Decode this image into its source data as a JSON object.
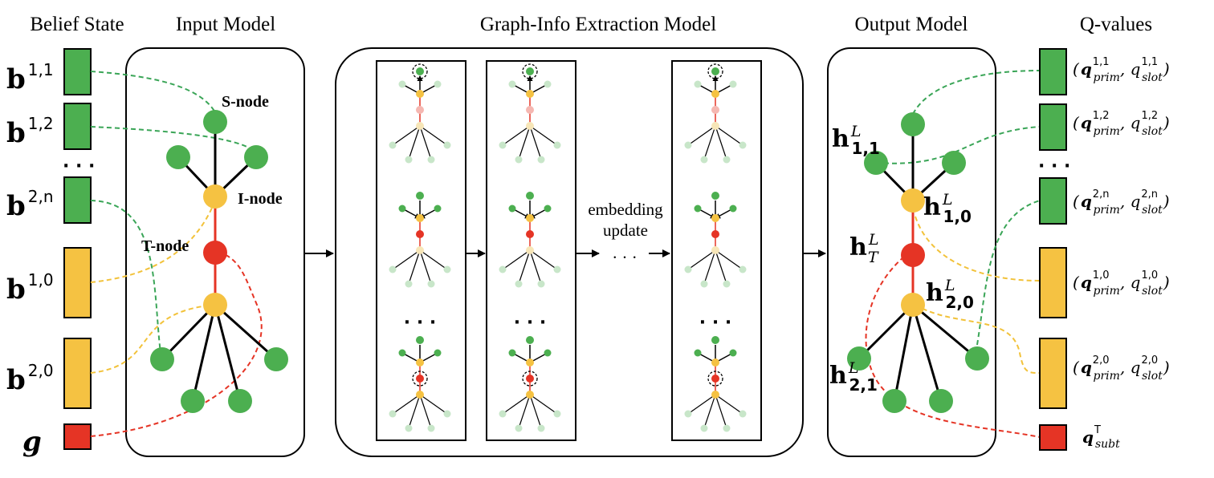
{
  "headers": {
    "belief_state": "Belief State",
    "input_model": "Input Model",
    "extraction_model": "Graph-Info Extraction Model",
    "output_model": "Output Model",
    "q_values": "Q-values"
  },
  "belief_rows": [
    {
      "base": "b",
      "sup": "1,1",
      "color": "#4caf50"
    },
    {
      "base": "b",
      "sup": "1,2",
      "color": "#4caf50"
    },
    {
      "base": "b",
      "sup": "2,n",
      "color": "#4caf50"
    },
    {
      "base": "b",
      "sup": "1,0",
      "color": "#f5c242"
    },
    {
      "base": "b",
      "sup": "2,0",
      "color": "#f5c242"
    }
  ],
  "ellipsis": "· · ·",
  "goal_label": "g",
  "node_labels": {
    "s_node": "S-node",
    "i_node": "I-node",
    "t_node": "T-node"
  },
  "middle_text": {
    "line1": "embedding",
    "line2": "update",
    "dots": "· · ·"
  },
  "hidden_labels": {
    "main": "h",
    "sup": "L",
    "h11": "1,1",
    "h10": "1,0",
    "hT": "T",
    "h20": "2,0",
    "h21": "2,1"
  },
  "q_rows": [
    {
      "q": "q",
      "sup": "1,1",
      "prim": "prim",
      "slot": "slot"
    },
    {
      "q": "q",
      "sup": "1,2",
      "prim": "prim",
      "slot": "slot"
    },
    {
      "q": "q",
      "sup": "2,n",
      "prim": "prim",
      "slot": "slot"
    },
    {
      "q": "q",
      "sup": "1,0",
      "prim": "prim",
      "slot": "slot"
    },
    {
      "q": "q",
      "sup": "2,0",
      "prim": "prim",
      "slot": "slot"
    }
  ],
  "q_subt": {
    "q": "q",
    "sup": "T",
    "sub": "subt"
  },
  "colors": {
    "green": "#4caf50",
    "yellow": "#f5c242",
    "red": "#e53425",
    "light_green": "#c8e6c9",
    "light_yellow": "#f7e6b8",
    "pink": "#f5b7b1",
    "green_dash": "#3aa557",
    "yellow_dash": "#f2c23a",
    "red_dash": "#e53425"
  }
}
